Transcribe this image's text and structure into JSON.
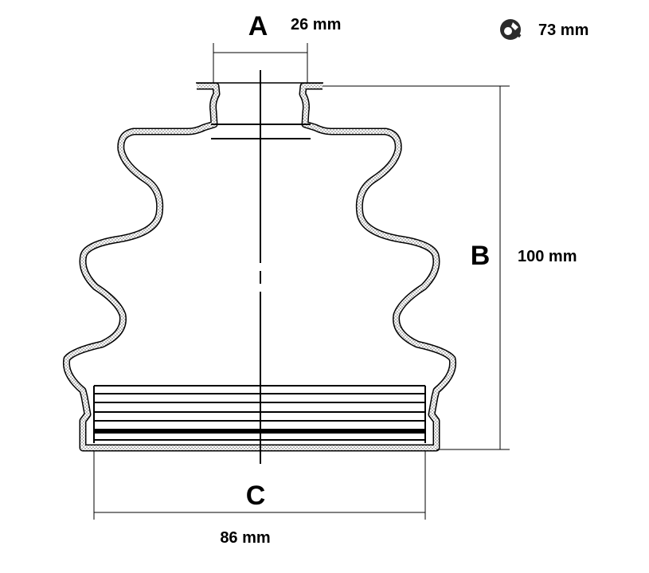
{
  "labels": {
    "a": "A",
    "b": "B",
    "c": "C"
  },
  "dimensions": {
    "a_value": "26 mm",
    "b_value": "100 mm",
    "c_value": "86 mm",
    "extra_value": "73 mm"
  },
  "icons": {
    "extra": "clamp-icon"
  },
  "colors": {
    "line": "#000000",
    "hatch": "#9a9a9a",
    "background": "#ffffff"
  }
}
